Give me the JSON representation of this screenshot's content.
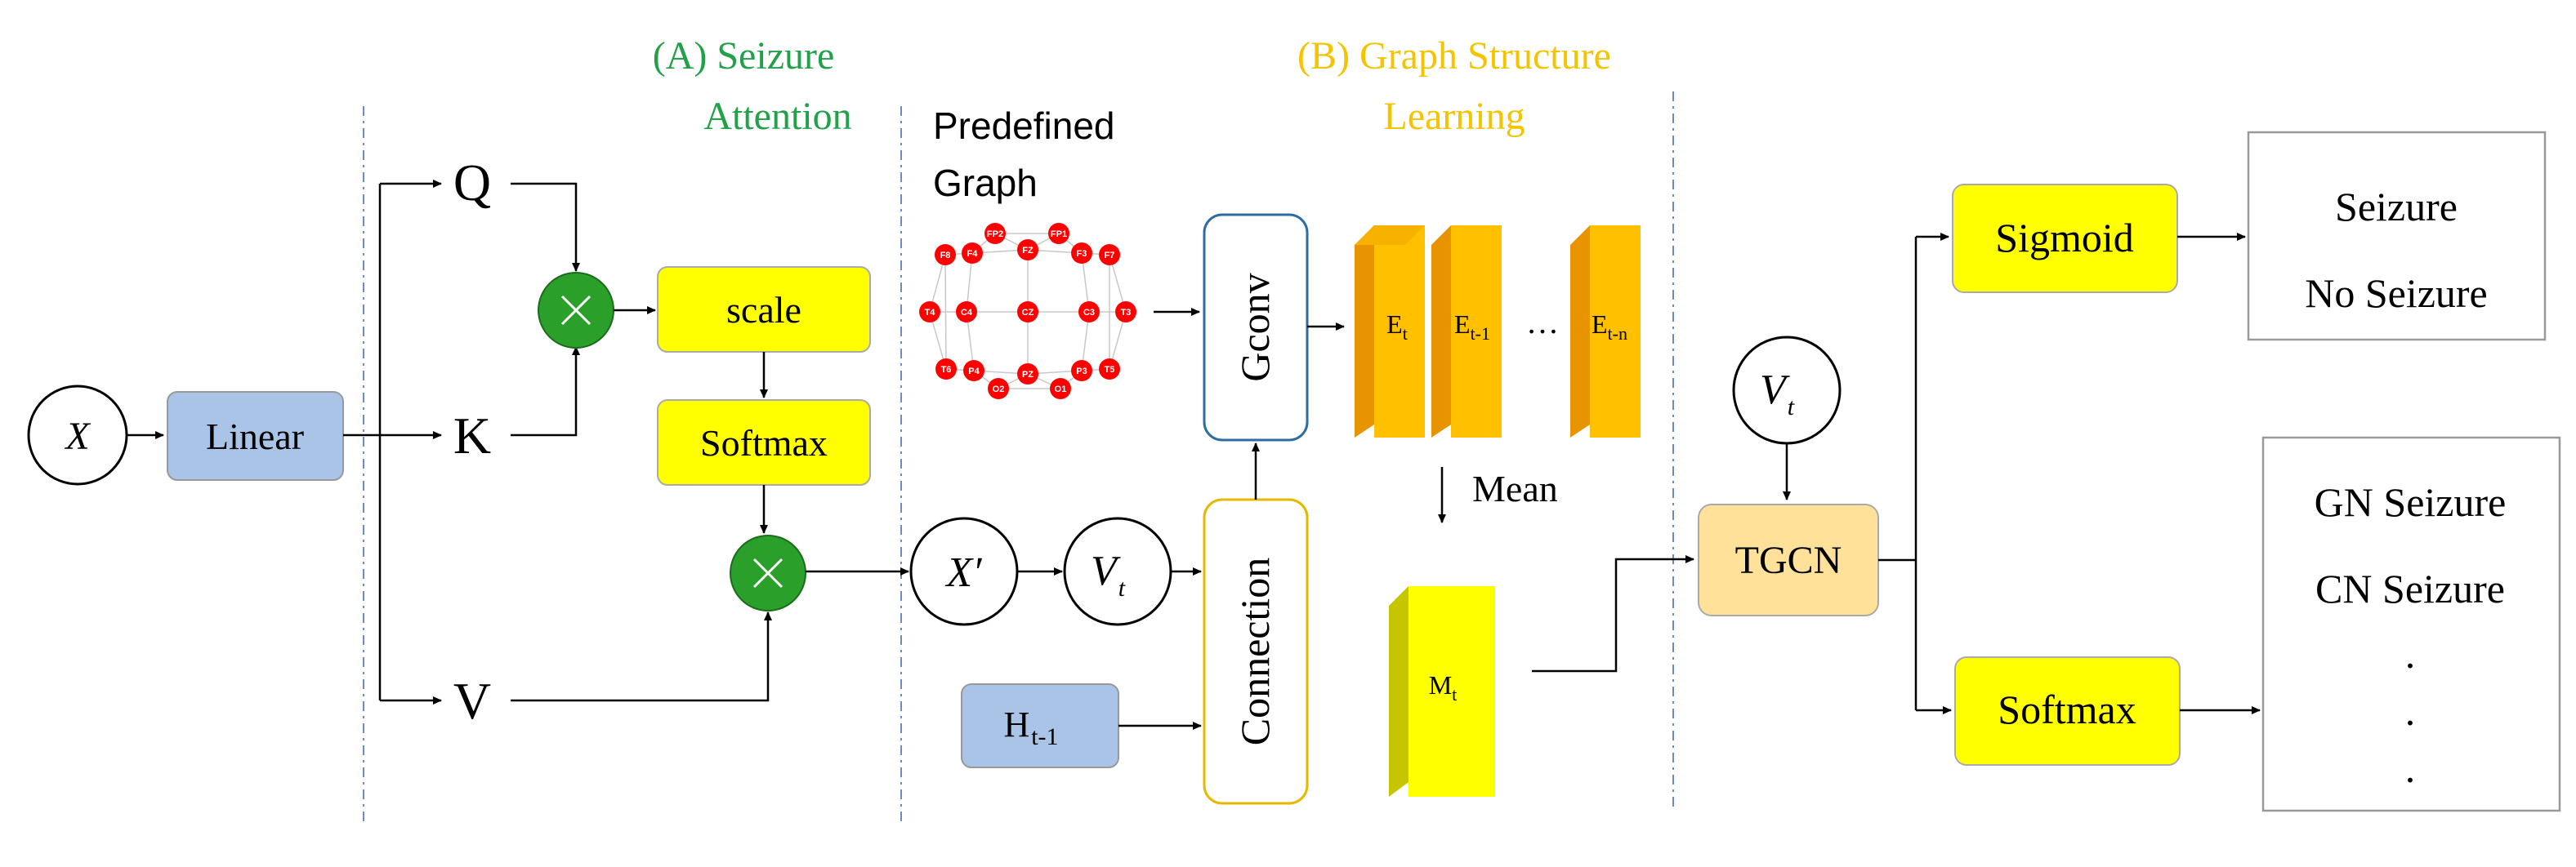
{
  "sections": {
    "a_title_line1": "(A) Seizure",
    "a_title_line2": "Attention",
    "b_title_line1": "(B) Graph Structure",
    "b_title_line2": "Learning"
  },
  "nodes": {
    "x_input": "X",
    "linear": "Linear",
    "q": "Q",
    "k": "K",
    "v": "V",
    "scale": "scale",
    "softmax_attn": "Softmax",
    "x_prime": "X′",
    "vt_base": "V",
    "vt_sub": "t",
    "h_base": "H",
    "h_sub": "t-1",
    "predefined_line1": "Predefined",
    "predefined_line2": "Graph",
    "gconv": "Gconv",
    "connection": "Connection",
    "e_base": "E",
    "e1_sub": "t",
    "e2_sub": "t-1",
    "e3_sub": "t-n",
    "ellipsis": "…",
    "mean": "Mean",
    "m_base": "M",
    "m_sub": "t",
    "tgcn": "TGCN",
    "sigmoid": "Sigmoid",
    "softmax_out": "Softmax",
    "out1_line1": "Seizure",
    "out1_line2": "No Seizure",
    "out2_line1": "GN Seizure",
    "out2_line2": "CN Seizure",
    "dot": "."
  },
  "electrodes": [
    {
      "label": "FP2"
    },
    {
      "label": "FP1"
    },
    {
      "label": "F8"
    },
    {
      "label": "F4"
    },
    {
      "label": "FZ"
    },
    {
      "label": "F3"
    },
    {
      "label": "F7"
    },
    {
      "label": "T4"
    },
    {
      "label": "C4"
    },
    {
      "label": "CZ"
    },
    {
      "label": "C3"
    },
    {
      "label": "T3"
    },
    {
      "label": "T6"
    },
    {
      "label": "P4"
    },
    {
      "label": "PZ"
    },
    {
      "label": "P3"
    },
    {
      "label": "T5"
    },
    {
      "label": "O2"
    },
    {
      "label": "O1"
    }
  ],
  "colors": {
    "green_title": "#22a04a",
    "yellow_title": "#f5c400",
    "box_blue": "#a9c4e6",
    "box_yellow": "#ffff00",
    "box_orange_light": "#ffe199",
    "mult_green": "#2aa02a",
    "electrode_red": "#ff0000",
    "gconv_border": "#2e6da4",
    "conn_border": "#e6b800"
  }
}
